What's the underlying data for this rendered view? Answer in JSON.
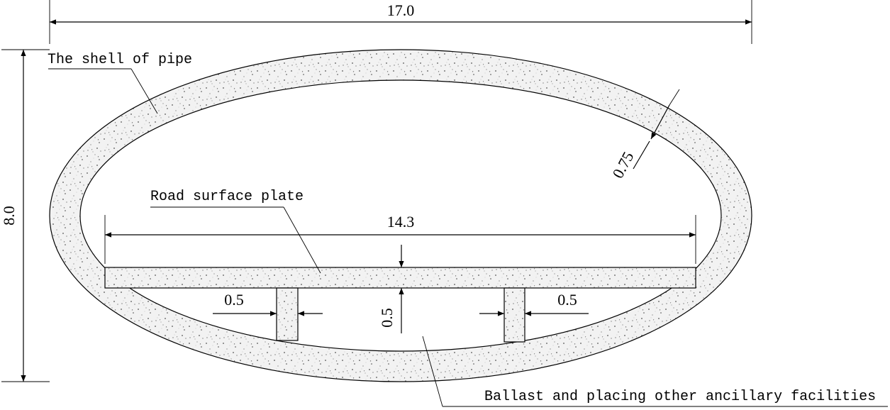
{
  "dimensions": {
    "overall_width": "17.0",
    "overall_height": "8.0",
    "road_width": "14.3",
    "shell_thickness": "0.75",
    "plate_thickness": "0.5",
    "left_support_width": "0.5",
    "right_support_width": "0.5"
  },
  "labels": {
    "shell": "The shell of pipe",
    "road_plate": "Road surface plate",
    "ballast": "Ballast and placing other ancillary facilities"
  }
}
